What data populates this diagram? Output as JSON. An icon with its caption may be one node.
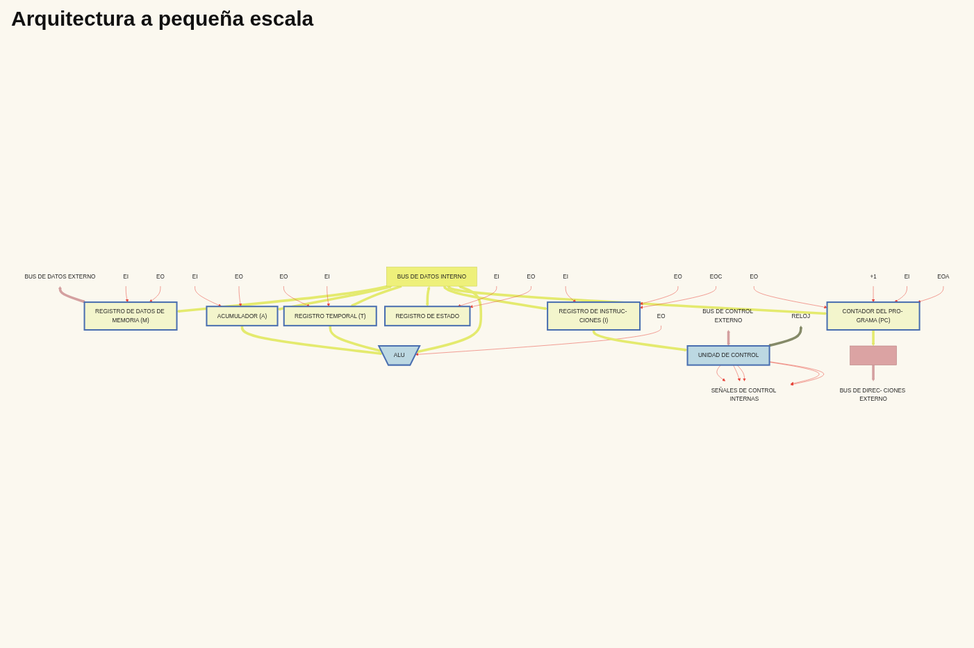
{
  "diagram": {
    "title": "Arquitectura a pequeña escala",
    "nodes": [
      {
        "text": [
          "BUS DE DATOS INTERNO"
        ]
      },
      {
        "text": [
          "BUS DE DATOS EXTERNO"
        ]
      },
      {
        "text": [
          "REGISTRO DE DATOS DE MEMORIA (M)"
        ]
      },
      {
        "text": [
          "ACUMULADOR (A)"
        ]
      },
      {
        "text": [
          "REGISTRO TEMPORAL (T)"
        ]
      },
      {
        "text": [
          "REGISTRO DE ESTADO"
        ]
      },
      {
        "text": [
          "REGISTRO DE INSTRUC- CIONES (I)"
        ]
      },
      {
        "text": [
          "CONTADOR DEL PRO- GRAMA (PC)"
        ]
      },
      {
        "text": [
          "EI"
        ]
      },
      {
        "text": [
          "EO"
        ]
      },
      {
        "text": [
          "EI"
        ]
      },
      {
        "text": [
          "EO"
        ]
      },
      {
        "text": [
          "EO"
        ]
      },
      {
        "text": [
          "EI"
        ]
      },
      {
        "text": [
          "EI"
        ]
      },
      {
        "text": [
          "EO"
        ]
      },
      {
        "text": [
          "EI"
        ]
      },
      {
        "text": [
          "EO"
        ]
      },
      {
        "text": [
          "EOC"
        ]
      },
      {
        "text": [
          "EO"
        ]
      },
      {
        "text": [
          "+1"
        ]
      },
      {
        "text": [
          "EI"
        ]
      },
      {
        "text": [
          "EOA"
        ]
      },
      {
        "text": [
          "EO"
        ]
      },
      {
        "text": [
          "ALU"
        ]
      },
      {
        "text": [
          "UNIDAD DE CONTROL"
        ]
      },
      {
        "text": [
          "BUS DE CONTROL EXTERNO"
        ]
      },
      {
        "text": [
          "SEÑALES DE CONTROL INTERNAS"
        ]
      },
      {
        "text": [
          "RELOJ"
        ]
      },
      {
        "text": [
          "BUS DE DIREC- CIONES EXTERNO"
        ]
      },
      {
        "text": [],
        "shape": "bar"
      }
    ],
    "edges": [
      {
        "from": 0,
        "to": 2,
        "arrow": "both",
        "style": "thick",
        "color": "#e4ea6e"
      },
      {
        "from": 0,
        "to": 3,
        "arrow": "both",
        "style": "thick",
        "color": "#e4ea6e"
      },
      {
        "from": 0,
        "to": 4,
        "arrow": "to",
        "style": "thick",
        "color": "#e4ea6e"
      },
      {
        "from": 0,
        "to": 5,
        "arrow": "both",
        "style": "thick",
        "color": "#e4ea6e"
      },
      {
        "from": 0,
        "to": 6,
        "arrow": "both",
        "style": "thick",
        "color": "#e4ea6e"
      },
      {
        "from": 0,
        "to": 7,
        "arrow": "both",
        "style": "thick",
        "color": "#e4ea6e"
      },
      {
        "from": 1,
        "to": 2,
        "arrow": "both",
        "style": "thick",
        "color": "#d4a0a0"
      },
      {
        "from": 3,
        "to": 24,
        "arrow": "to",
        "style": "thick",
        "color": "#e4ea6e"
      },
      {
        "from": 4,
        "to": 24,
        "arrow": "to",
        "style": "thick",
        "color": "#e4ea6e"
      },
      {
        "from": 24,
        "to": 0,
        "arrow": "to",
        "style": "thick",
        "color": "#e4ea6e"
      },
      {
        "from": 8,
        "to": 2,
        "arrow": "to",
        "color": "#e8443a"
      },
      {
        "from": 9,
        "to": 2,
        "arrow": "to",
        "color": "#e8443a"
      },
      {
        "from": 10,
        "to": 3,
        "arrow": "to",
        "color": "#e8443a"
      },
      {
        "from": 11,
        "to": 3,
        "arrow": "to",
        "color": "#e8443a"
      },
      {
        "from": 12,
        "to": 4,
        "arrow": "to",
        "color": "#e8443a"
      },
      {
        "from": 13,
        "to": 4,
        "arrow": "to",
        "color": "#e8443a"
      },
      {
        "from": 14,
        "to": 5,
        "arrow": "to",
        "color": "#e8443a"
      },
      {
        "from": 15,
        "to": 5,
        "arrow": "to",
        "color": "#e8443a"
      },
      {
        "from": 16,
        "to": 6,
        "arrow": "to",
        "color": "#e8443a"
      },
      {
        "from": 17,
        "to": 6,
        "arrow": "to",
        "color": "#e8443a"
      },
      {
        "from": 18,
        "to": 6,
        "arrow": "to",
        "color": "#e8443a"
      },
      {
        "from": 19,
        "to": 7,
        "arrow": "to",
        "color": "#e8443a"
      },
      {
        "from": 20,
        "to": 7,
        "arrow": "to",
        "color": "#e8443a"
      },
      {
        "from": 21,
        "to": 7,
        "arrow": "to",
        "color": "#e8443a"
      },
      {
        "from": 22,
        "to": 7,
        "arrow": "to",
        "color": "#e8443a"
      },
      {
        "from": 23,
        "to": 24,
        "arrow": "to",
        "color": "#e8443a"
      },
      {
        "from": 6,
        "to": 25,
        "arrow": "to",
        "style": "thick",
        "color": "#e4ea6e"
      },
      {
        "from": 26,
        "to": 25,
        "arrow": "both",
        "style": "thick",
        "color": "#d4a0a0"
      },
      {
        "from": 28,
        "to": 25,
        "arrow": "both",
        "style": "thick",
        "color": "#858a68"
      },
      {
        "from": 25,
        "to": 27,
        "arrow": "to",
        "color": "#e8443a"
      },
      {
        "from": 25,
        "to": 27,
        "arrow": "to",
        "color": "#e8443a"
      },
      {
        "from": 25,
        "to": 27,
        "arrow": "to",
        "color": "#e8443a"
      },
      {
        "from": 25,
        "to": 27,
        "arrow": "to",
        "color": "#e8443a"
      },
      {
        "from": 25,
        "to": 27,
        "arrow": "to",
        "color": "#e8443a"
      },
      {
        "from": 7,
        "to": 30,
        "arrow": "to",
        "style": "thick",
        "color": "#e4ea6e"
      },
      {
        "from": 30,
        "to": 29,
        "arrow": "to",
        "style": "thick",
        "color": "#d4a0a0"
      }
    ]
  }
}
